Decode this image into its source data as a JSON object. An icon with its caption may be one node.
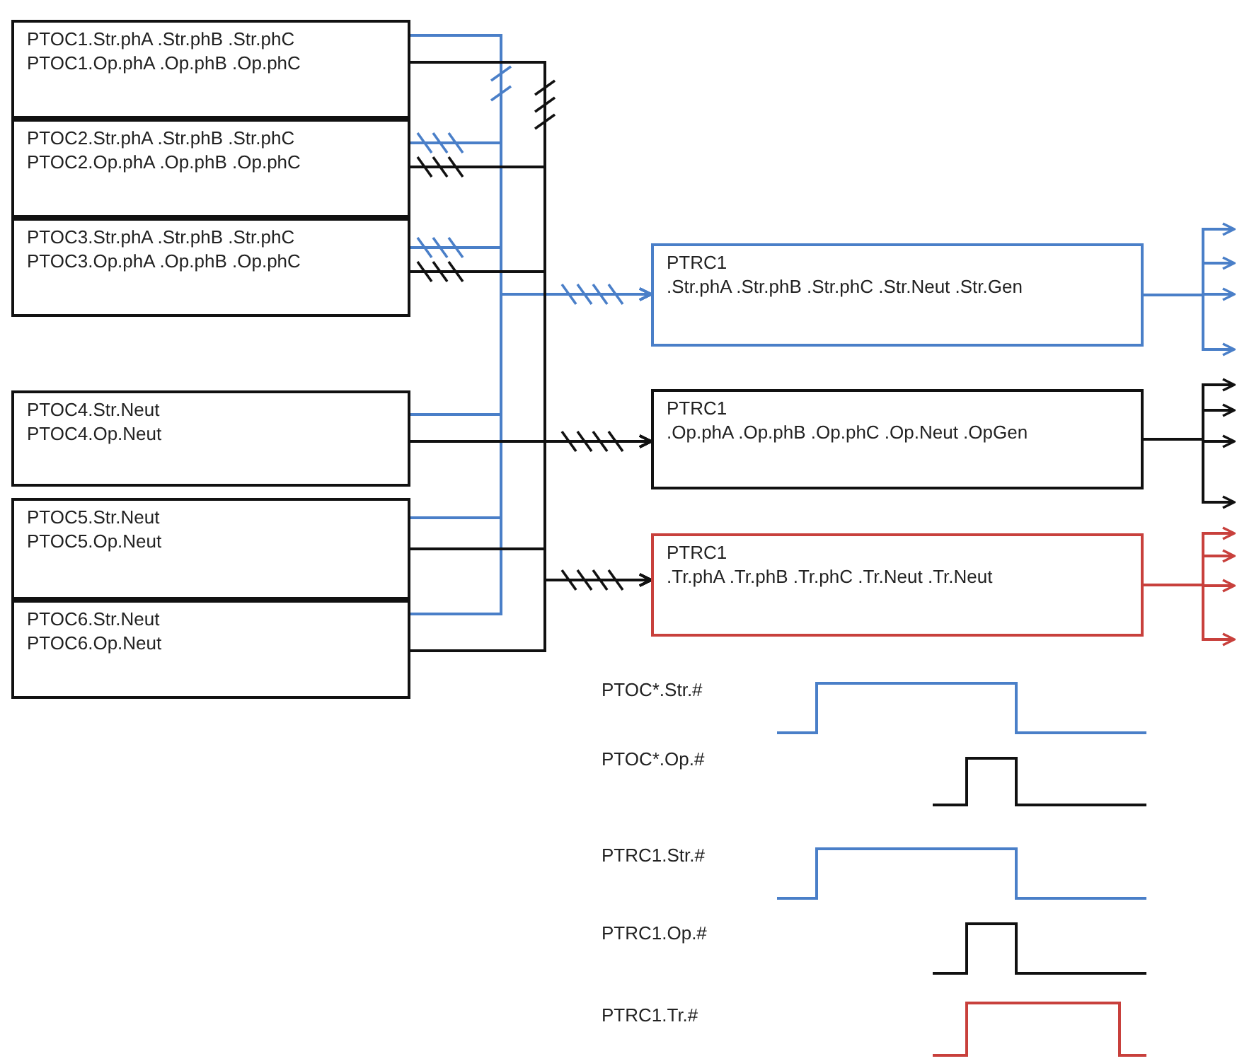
{
  "diagram": {
    "nodes": [
      {
        "text": [
          "PTOC1.Str.phA .Str.phB .Str.phC",
          "PTOC1.Op.phA .Op.phB .Op.phC"
        ]
      },
      {
        "text": [
          "PTOC2.Str.phA .Str.phB .Str.phC",
          "PTOC2.Op.phA .Op.phB .Op.phC"
        ]
      },
      {
        "text": [
          "PTOC3.Str.phA .Str.phB .Str.phC",
          "PTOC3.Op.phA .Op.phB .Op.phC"
        ]
      },
      {
        "text": [
          "PTOC4.Str.Neut",
          "PTOC4.Op.Neut"
        ]
      },
      {
        "text": [
          "PTOC5.Str.Neut",
          "PTOC5.Op.Neut"
        ]
      },
      {
        "text": [
          "PTOC6.Str.Neut",
          "PTOC6.Op.Neut"
        ]
      },
      {
        "text": [
          "PTRC1",
          ".Str.phA .Str.phB .Str.phC .Str.Neut .Str.Gen"
        ]
      },
      {
        "text": [
          "PTRC1",
          ".Op.phA .Op.phB .Op.phC .Op.Neut .OpGen"
        ]
      },
      {
        "text": [
          "PTRC1",
          ".Tr.phA .Tr.phB .Tr.phC .Tr.Neut .Tr.Neut"
        ]
      }
    ],
    "edges": [
      {
        "from": 0,
        "to": 6,
        "arrow": "to",
        "color": "#4a7fc8"
      },
      {
        "from": 1,
        "to": 6,
        "arrow": "to",
        "color": "#4a7fc8"
      },
      {
        "from": 2,
        "to": 6,
        "arrow": "to",
        "color": "#4a7fc8"
      },
      {
        "from": 3,
        "to": 6,
        "arrow": "to",
        "color": "#4a7fc8"
      },
      {
        "from": 4,
        "to": 6,
        "arrow": "to",
        "color": "#4a7fc8"
      },
      {
        "from": 5,
        "to": 6,
        "arrow": "to",
        "color": "#4a7fc8"
      },
      {
        "from": 0,
        "to": 7,
        "arrow": "to"
      },
      {
        "from": 1,
        "to": 7,
        "arrow": "to"
      },
      {
        "from": 2,
        "to": 7,
        "arrow": "to"
      },
      {
        "from": 3,
        "to": 7,
        "arrow": "to"
      },
      {
        "from": 4,
        "to": 7,
        "arrow": "to"
      },
      {
        "from": 5,
        "to": 7,
        "arrow": "to"
      },
      {
        "from": 0,
        "to": 8,
        "arrow": "to"
      },
      {
        "from": 1,
        "to": 8,
        "arrow": "to"
      },
      {
        "from": 2,
        "to": 8,
        "arrow": "to"
      },
      {
        "from": 3,
        "to": 8,
        "arrow": "to"
      },
      {
        "from": 4,
        "to": 8,
        "arrow": "to"
      },
      {
        "from": 5,
        "to": 8,
        "arrow": "to"
      },
      {
        "from": 6,
        "to": null,
        "arrow": "to",
        "color": "#4a7fc8"
      },
      {
        "from": 6,
        "to": null,
        "arrow": "to",
        "color": "#4a7fc8"
      },
      {
        "from": 6,
        "to": null,
        "arrow": "to",
        "color": "#4a7fc8"
      },
      {
        "from": 6,
        "to": null,
        "arrow": "to",
        "color": "#4a7fc8"
      },
      {
        "from": 7,
        "to": null,
        "arrow": "to"
      },
      {
        "from": 7,
        "to": null,
        "arrow": "to"
      },
      {
        "from": 7,
        "to": null,
        "arrow": "to"
      },
      {
        "from": 7,
        "to": null,
        "arrow": "to"
      },
      {
        "from": 8,
        "to": null,
        "arrow": "to",
        "color": "#c8403c"
      },
      {
        "from": 8,
        "to": null,
        "arrow": "to",
        "color": "#c8403c"
      },
      {
        "from": 8,
        "to": null,
        "arrow": "to",
        "color": "#c8403c"
      },
      {
        "from": 8,
        "to": null,
        "arrow": "to",
        "color": "#c8403c"
      }
    ],
    "labels": [
      "PTOC*.Str.#",
      "PTOC*.Op.#",
      "PTRC1.Str.#",
      "PTRC1.Op.#",
      "PTRC1.Tr.#"
    ]
  }
}
